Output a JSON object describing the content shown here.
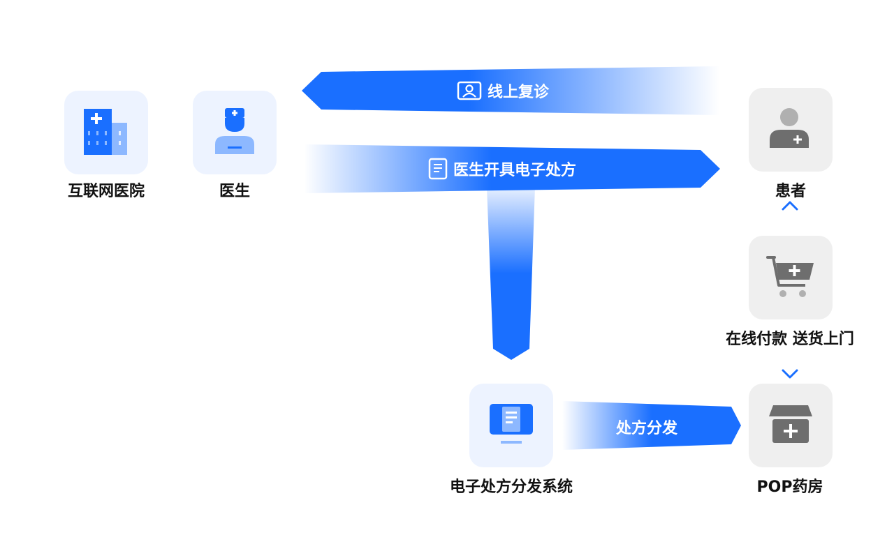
{
  "nodes": {
    "hospital": {
      "label": "互联网医院"
    },
    "doctor": {
      "label": "医生"
    },
    "patient": {
      "label": "患者"
    },
    "checkout": {
      "label": "在线付款 送货上门"
    },
    "erx_system": {
      "label": "电子处方分发系统"
    },
    "pharmacy": {
      "label": "POP药房"
    }
  },
  "edges": {
    "consult": {
      "label": "线上复诊"
    },
    "prescribe": {
      "label": "医生开具电子处方"
    },
    "dispatch": {
      "label": "处方分发"
    }
  },
  "colors": {
    "primary_blue": "#1a6fff",
    "light_blue": "#8db8ff",
    "node_blue_bg": "#edf3ff",
    "node_gray_bg": "#efefef",
    "icon_gray": "#6e6e6e"
  }
}
